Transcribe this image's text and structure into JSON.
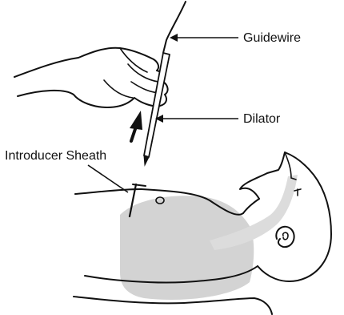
{
  "labels": {
    "guidewire": "Guidewire",
    "dilator": "Dilator",
    "introducer_sheath": "Introducer Sheath"
  },
  "colors": {
    "line": "#111111",
    "lung_fill": "#d3d3d3",
    "vessel_fill": "#dcdcdc",
    "background": "#ffffff"
  }
}
